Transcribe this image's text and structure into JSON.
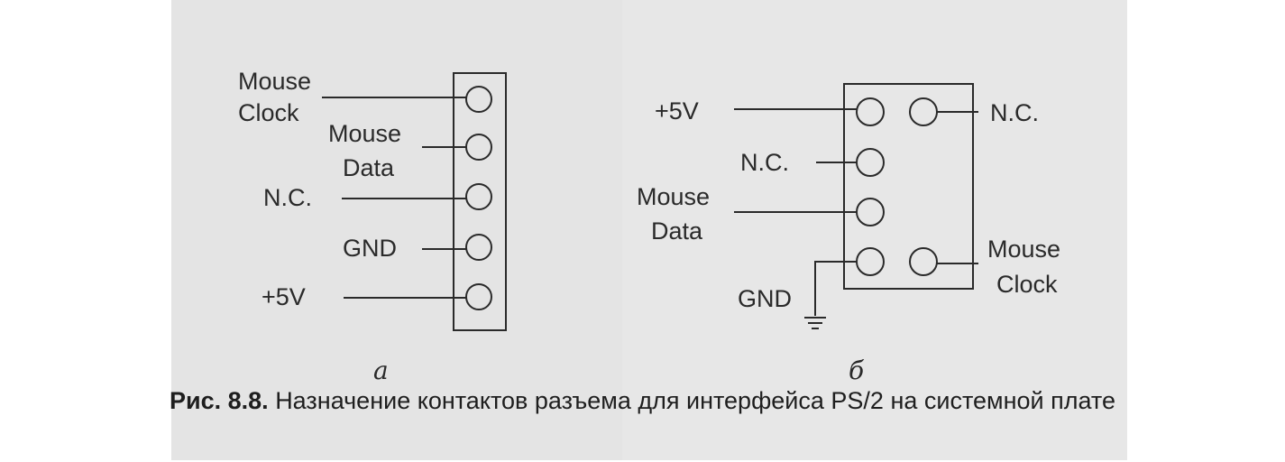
{
  "diagram_a": {
    "subtitle": "a",
    "labels": {
      "mouse_clock": [
        "Mouse",
        "Clock"
      ],
      "mouse_data": [
        "Mouse",
        "Data"
      ],
      "nc": "N.C.",
      "gnd": "GND",
      "plus5v": "+5V"
    }
  },
  "diagram_b": {
    "subtitle": "б",
    "labels": {
      "plus5v": "+5V",
      "nc_top": "N.C.",
      "nc_mid": "N.C.",
      "mouse_data": [
        "Mouse",
        "Data"
      ],
      "mouse_clock": [
        "Mouse",
        "Clock"
      ],
      "gnd": "GND"
    }
  },
  "caption": {
    "prefix": "Рис. 8.8.",
    "text": "Назначение контактов разъема для интерфейса PS/2 на системной плате"
  },
  "colors": {
    "background": "#ffffff",
    "paper_tint": "#e4e4e4",
    "line": "#2a2a2a"
  }
}
